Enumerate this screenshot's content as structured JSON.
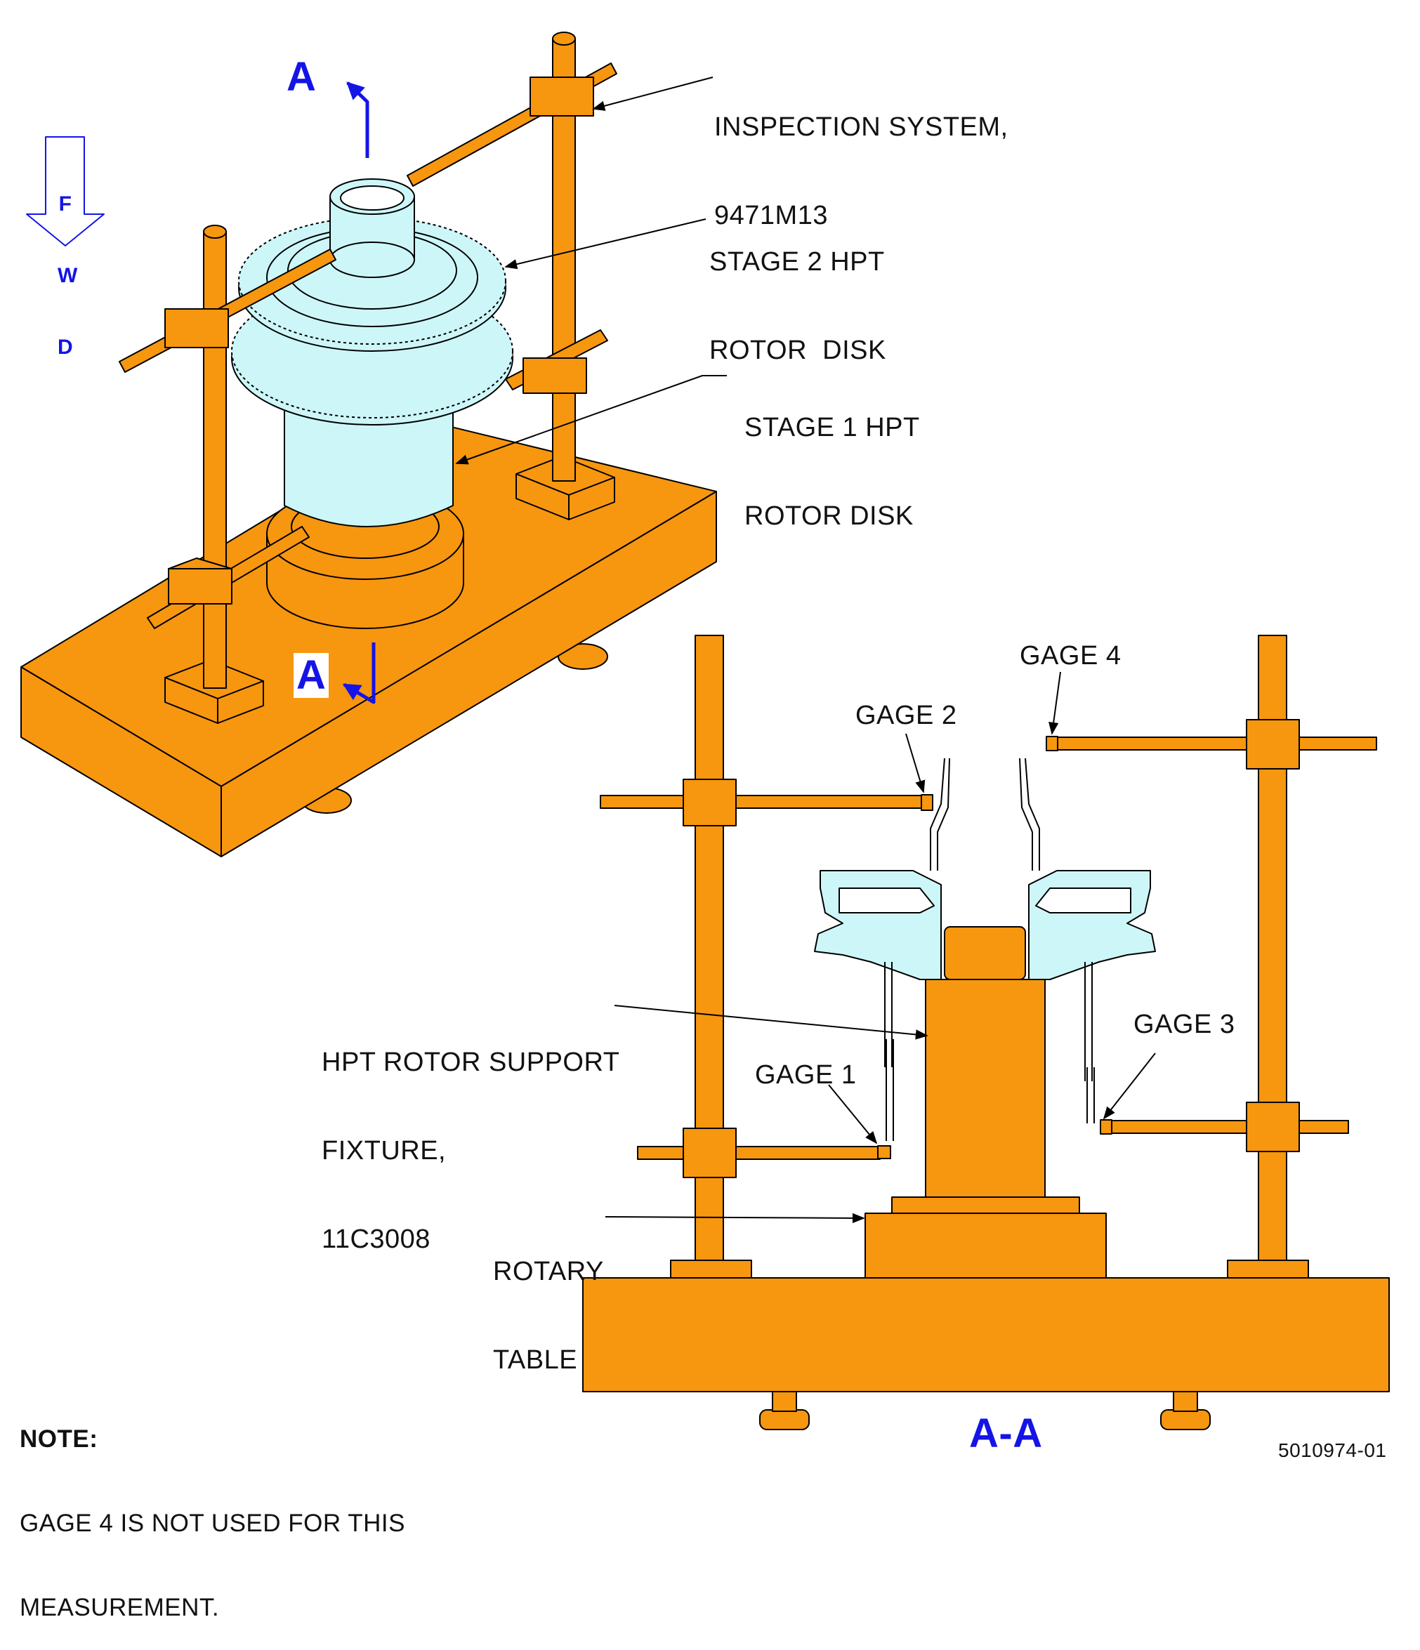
{
  "labels": {
    "inspection_system": [
      "INSPECTION SYSTEM,",
      "9471M13"
    ],
    "stage2_disk": [
      "STAGE 2 HPT",
      "ROTOR  DISK"
    ],
    "stage1_disk": [
      "STAGE 1 HPT",
      "ROTOR DISK"
    ],
    "support_fixture": [
      "HPT ROTOR SUPPORT",
      "FIXTURE,",
      "11C3008"
    ],
    "rotary_table": [
      "ROTARY",
      "TABLE"
    ],
    "gage1": "GAGE 1",
    "gage2": "GAGE 2",
    "gage3": "GAGE 3",
    "gage4": "GAGE 4",
    "section_marker": "A",
    "section_title": "A-A",
    "fwd_letters": [
      "F",
      "W",
      "D"
    ]
  },
  "note": {
    "title": "NOTE:",
    "lines": [
      "GAGE 4 IS NOT USED FOR THIS",
      "MEASUREMENT."
    ]
  },
  "figure_id": "5010974-01",
  "colors": {
    "fixture": "#f7960f",
    "disk": "#cdf6f8",
    "section_marker": "#1414e6",
    "outline": "#000000"
  }
}
